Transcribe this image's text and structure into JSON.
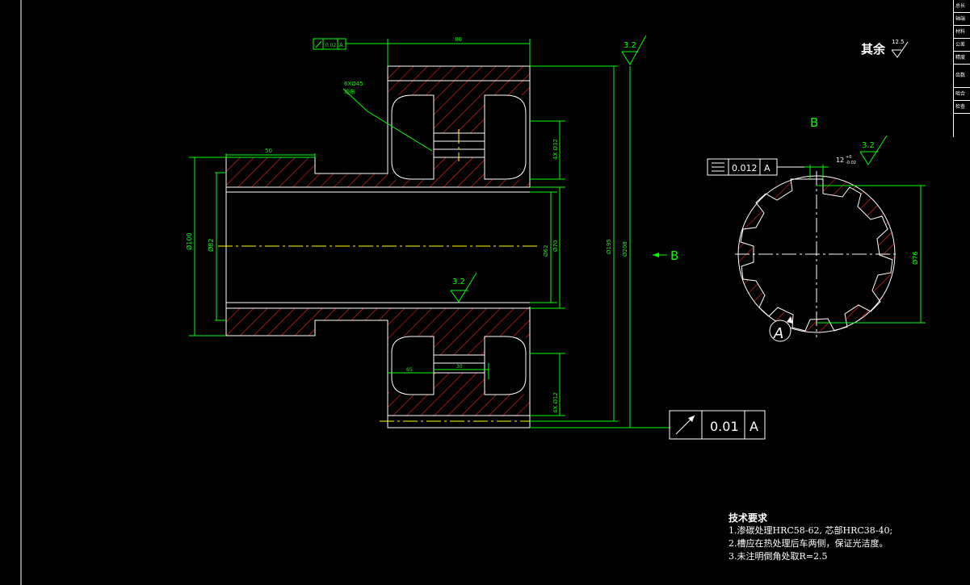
{
  "colors": {
    "background": "#000000",
    "outline": "#ffffff",
    "dimension": "#00ff00",
    "hatch": "#ff2020",
    "centerline": "#ffff00"
  },
  "title_block": {
    "rows": [
      "总长",
      "轴端",
      "材料",
      "公差",
      "精度",
      "齿数",
      "啮合",
      "检查"
    ]
  },
  "dimensions": {
    "width_80": "80",
    "width_50": "50",
    "dia_100": "Ø100",
    "dia_82": "Ø82",
    "dia_70": "Ø70",
    "dia_62": "Ø62",
    "dia_195": "Ø195",
    "dia_208": "Ø208",
    "holes_4x32": "4X Ø32",
    "holes_4x12": "4X Ø12",
    "hole_width_30": "30",
    "hole_offset_65": "65",
    "spline_dia_76": "Ø76",
    "spline_width": "12",
    "spline_tol_upper": "+0",
    "spline_tol_lower": "-0.02",
    "callout_line1": "6XØ45",
    "callout_line2": "均布"
  },
  "tolerance_frames": {
    "small_top": {
      "value": "0.02",
      "datum": "A"
    },
    "large_bottom": {
      "value": "0.01",
      "datum": "A"
    },
    "symmetry": {
      "value": "0.012",
      "datum": "A"
    }
  },
  "roughness": {
    "top": "3.2",
    "bore": "3.2",
    "spline": "3.2",
    "rest_value": "12.5",
    "rest_label": "其余"
  },
  "view_labels": {
    "section_arrow": "B",
    "view_title": "B",
    "datum": "A"
  },
  "technical_requirements": {
    "title": "技术要求",
    "items": [
      "1.渗碳处理HRC58-62, 芯部HRC38-40;",
      "2.槽应在热处理后车两侧，保证光洁度。",
      "3.未注明倒角处取R=2.5"
    ]
  }
}
